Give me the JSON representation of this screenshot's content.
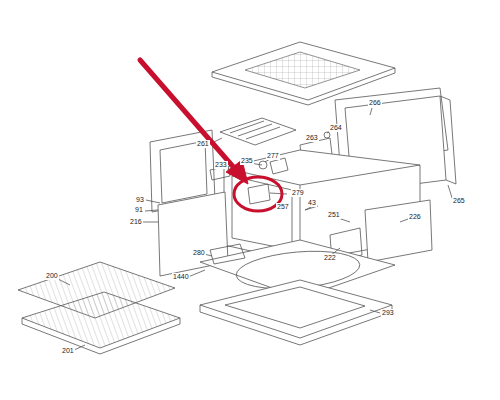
{
  "diagram": {
    "labels": [
      "261",
      "264",
      "266",
      "263",
      "277",
      "235",
      "233",
      "279",
      "257",
      "93",
      "91",
      "216",
      "43",
      "251",
      "226",
      "265",
      "280",
      "222",
      "1440",
      "200",
      "293",
      "201"
    ]
  }
}
